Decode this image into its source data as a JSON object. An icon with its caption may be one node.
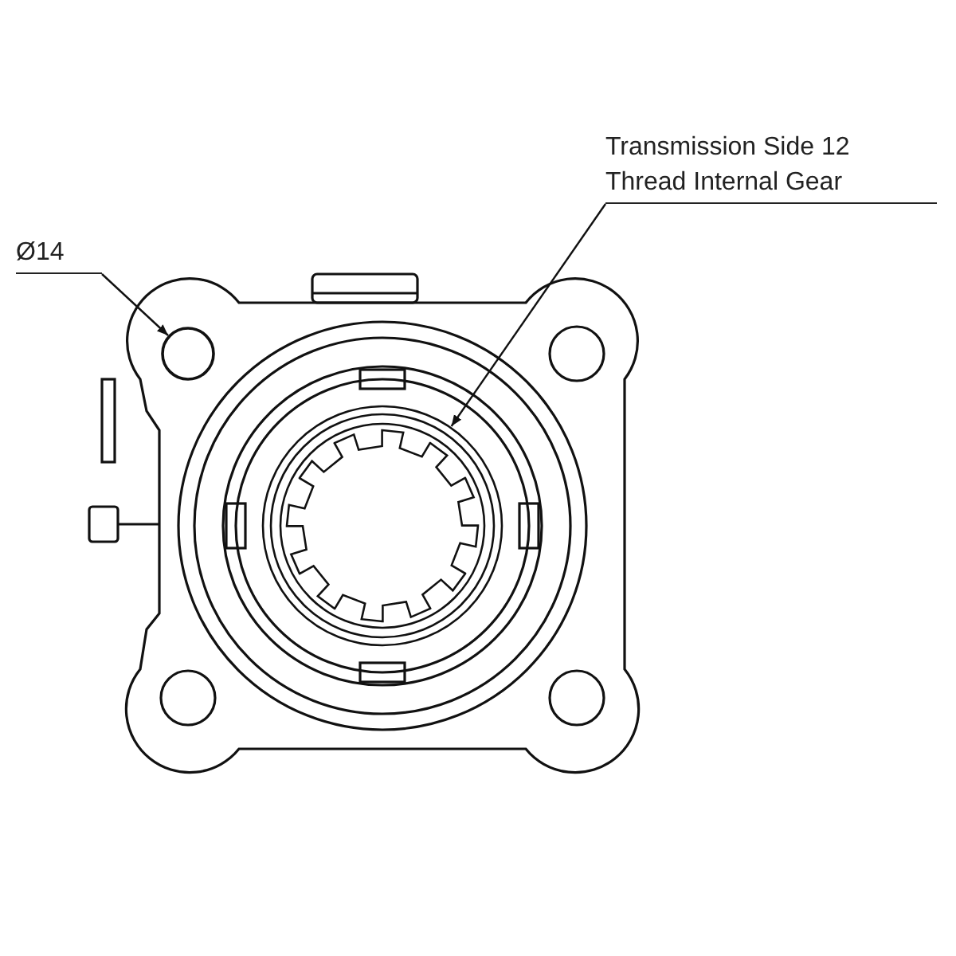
{
  "diagram": {
    "nodes": [
      {
        "text": [
          "Transmission Side 12 Thread Internal Gear"
        ]
      },
      {
        "text": [],
        "shape": "picture"
      },
      {
        "text": [
          "Ø14"
        ]
      },
      {
        "text": [],
        "shape": "circle"
      }
    ],
    "edges": [
      {
        "from": 0,
        "to": 1,
        "arrow": "to"
      },
      {
        "from": 2,
        "to": 3,
        "arrow": "to"
      }
    ]
  }
}
